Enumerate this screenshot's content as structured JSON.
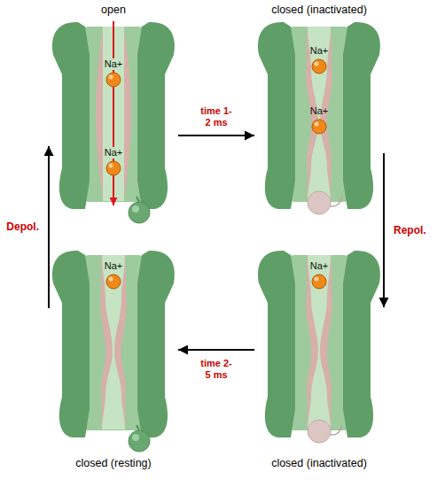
{
  "diagram": {
    "nodes": [
      {
        "text": [
          "open",
          "Na+",
          "Na+"
        ]
      },
      {
        "text": [
          "closed (inactivated)",
          "Na+",
          "Na+"
        ]
      },
      {
        "text": [
          "closed (resting)",
          "Na+"
        ]
      },
      {
        "text": [
          "closed (inactivated)",
          "Na+"
        ]
      }
    ],
    "edges": [
      {
        "from": 0,
        "to": 1,
        "arrow": "to",
        "label": "time 1-2 ms"
      },
      {
        "from": 1,
        "to": 3,
        "arrow": "to",
        "label": "Repol."
      },
      {
        "from": 3,
        "to": 2,
        "arrow": "to",
        "label": "time 2-5 ms"
      },
      {
        "from": 2,
        "to": 0,
        "arrow": "to",
        "label": "Depol."
      }
    ]
  }
}
